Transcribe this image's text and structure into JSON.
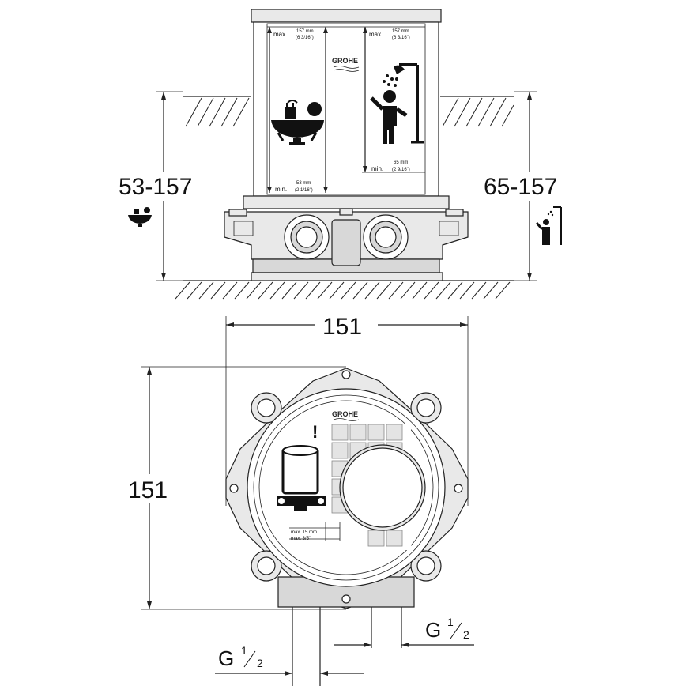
{
  "brand": "GROHE",
  "side_view": {
    "left_dimension": "53-157",
    "right_dimension": "65-157",
    "left_max": {
      "label": "max.",
      "mm": "157 mm",
      "inch": "(6 3/16\")"
    },
    "right_max": {
      "label": "max.",
      "mm": "157 mm",
      "inch": "(6 3/16\")"
    },
    "left_min": {
      "label": "min.",
      "mm": "53 mm",
      "inch": "(2 1/16\")"
    },
    "right_min": {
      "label": "min.",
      "mm": "65 mm",
      "inch": "(2 9/16\")"
    }
  },
  "top_view": {
    "width_dimension": "151",
    "height_dimension": "151",
    "plaster_note_line1": "max. 15 mm",
    "plaster_note_line2": "max. 3/5\"",
    "warning_mark": "!",
    "thread_right": {
      "base": "G",
      "num": "1",
      "den": "2"
    },
    "thread_left": {
      "base": "G",
      "num": "1",
      "den": "2"
    }
  },
  "icons": [
    "bathtub-icon",
    "shower-icon",
    "grohe-logo-icon",
    "warning-icon"
  ]
}
